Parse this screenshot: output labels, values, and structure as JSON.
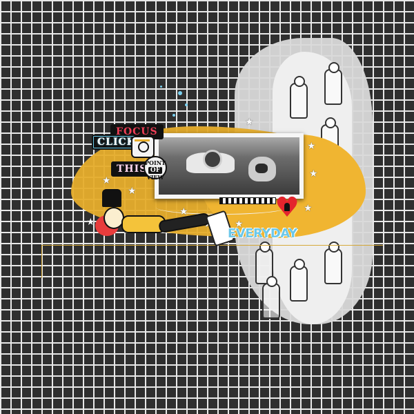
{
  "layout_text": {
    "focus": "FOCUS",
    "click": "CLICK",
    "this": "THIS",
    "pov_top": "POINT",
    "pov_mid": "OF",
    "pov_bottom": "VIEW",
    "everyday": "EVERYDAY"
  },
  "colors": {
    "background_brick": "#2f2f2f",
    "accent_yellow": "#e6ad2c",
    "accent_red": "#e4242d",
    "accent_blue": "#6cc8ea"
  },
  "icons": [
    "camera-icon",
    "heart-lock-icon",
    "star-icon",
    "phone-icon"
  ]
}
